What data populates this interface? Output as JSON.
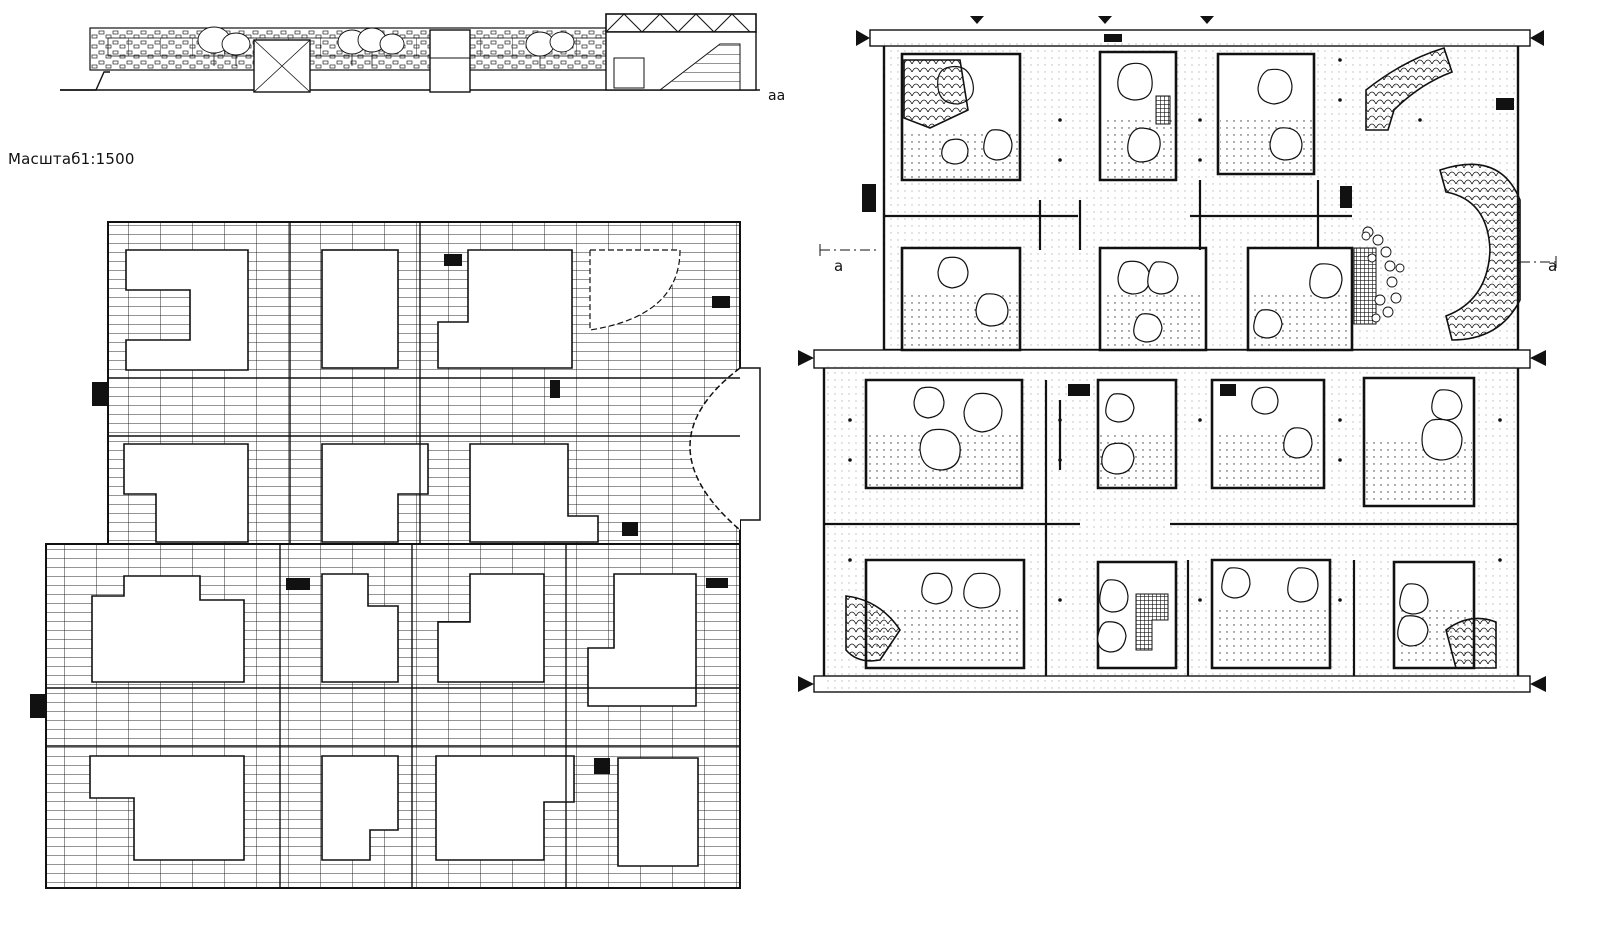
{
  "labels": {
    "scale": "Масштаб1:1500",
    "section_mark": "aa",
    "cut_mark_left": "a",
    "cut_mark_right": "a"
  },
  "colors": {
    "ink": "#111111",
    "paper": "#ffffff",
    "tree_fill": "#d9d9d9",
    "hatch": "#444444"
  }
}
